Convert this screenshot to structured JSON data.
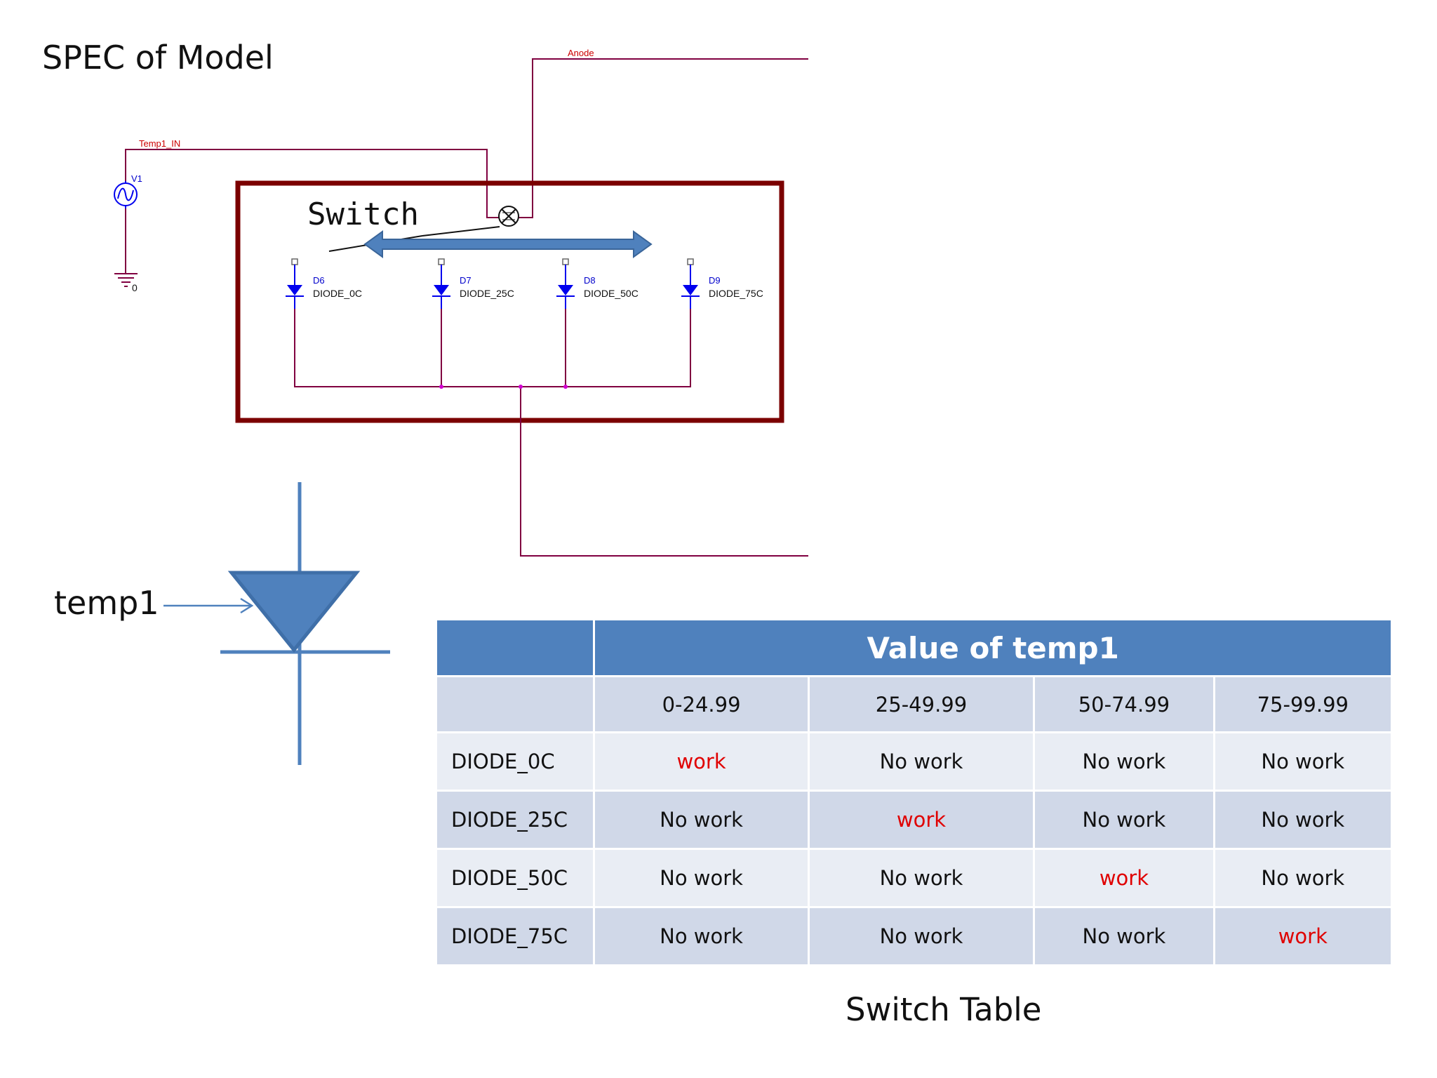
{
  "page_title": "SPEC of Model",
  "schematic": {
    "net_anode": "Anode",
    "net_temp_in": "Temp1_IN",
    "source_ref": "V1",
    "ground_label": "0",
    "switch_label": "Switch",
    "diodes": [
      {
        "ref": "D6",
        "model": "DIODE_0C"
      },
      {
        "ref": "D7",
        "model": "DIODE_25C"
      },
      {
        "ref": "D8",
        "model": "DIODE_50C"
      },
      {
        "ref": "D9",
        "model": "DIODE_75C"
      }
    ],
    "colors": {
      "wire": "#800040",
      "net_label": "#cc0000",
      "diode": "#0000ee",
      "frame": "#7b0000",
      "arrow": "#4f81bd"
    }
  },
  "symbol": {
    "input_label": "temp1",
    "color": "#4f81bd"
  },
  "table": {
    "group_header": "Value of temp1",
    "ranges": [
      "0-24.99",
      "25-49.99",
      "50-74.99",
      "75-99.99"
    ],
    "rows": [
      {
        "label": "DIODE_0C",
        "cells": [
          "work",
          "No work",
          "No work",
          "No work"
        ]
      },
      {
        "label": "DIODE_25C",
        "cells": [
          "No work",
          "work",
          "No work",
          "No work"
        ]
      },
      {
        "label": "DIODE_50C",
        "cells": [
          "No work",
          "No work",
          "work",
          "No work"
        ]
      },
      {
        "label": "DIODE_75C",
        "cells": [
          "No work",
          "No work",
          "No work",
          "work"
        ]
      }
    ],
    "caption": "Switch Table",
    "colors": {
      "header": "#4f81bd",
      "row_dark": "#d0d8e8",
      "row_light": "#e9edf4",
      "work": "#e00000"
    }
  }
}
